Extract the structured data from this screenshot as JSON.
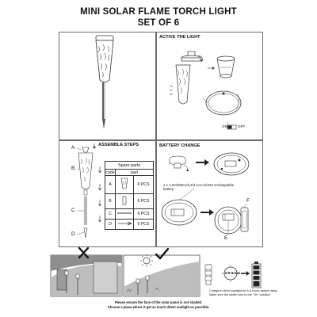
{
  "title": "MINI SOLAR FLAME TORCH LIGHT",
  "subtitle": "SET OF 6",
  "sections": {
    "activate": "ACTIVE THE LIGHT",
    "assemble": "ASSEMBLE STEPS",
    "battery": "BATTERY CHANGE"
  },
  "switch": {
    "on": "ON",
    "off": "OFF"
  },
  "battery_note": "1 x 1.2V/300mAh,2/3 AAA Ni-MH rechargeable battery",
  "spare_parts": {
    "title": "Spare parts",
    "headers": [
      "code",
      "part"
    ],
    "rows": [
      {
        "code": "A",
        "qty": "6 PCS"
      },
      {
        "code": "B",
        "qty": "6 PCS"
      },
      {
        "code": "C",
        "qty": "6 PCS"
      },
      {
        "code": "D",
        "qty": "6 PCS"
      }
    ]
  },
  "assembly_labels": [
    "A",
    "B",
    "C",
    "D"
  ],
  "battery_markers": [
    "E",
    "F"
  ],
  "sun_hours": "6-8 Hours",
  "charge_note": [
    "Charge in direct sunlight for 6-8 hours before using",
    "Make sure the switch turn to the \"On\" position"
  ],
  "placement_note": [
    "Please ensure the face of the solar panel is not shaded.",
    "Choose a place where it get as much direct sunlight as possible."
  ]
}
